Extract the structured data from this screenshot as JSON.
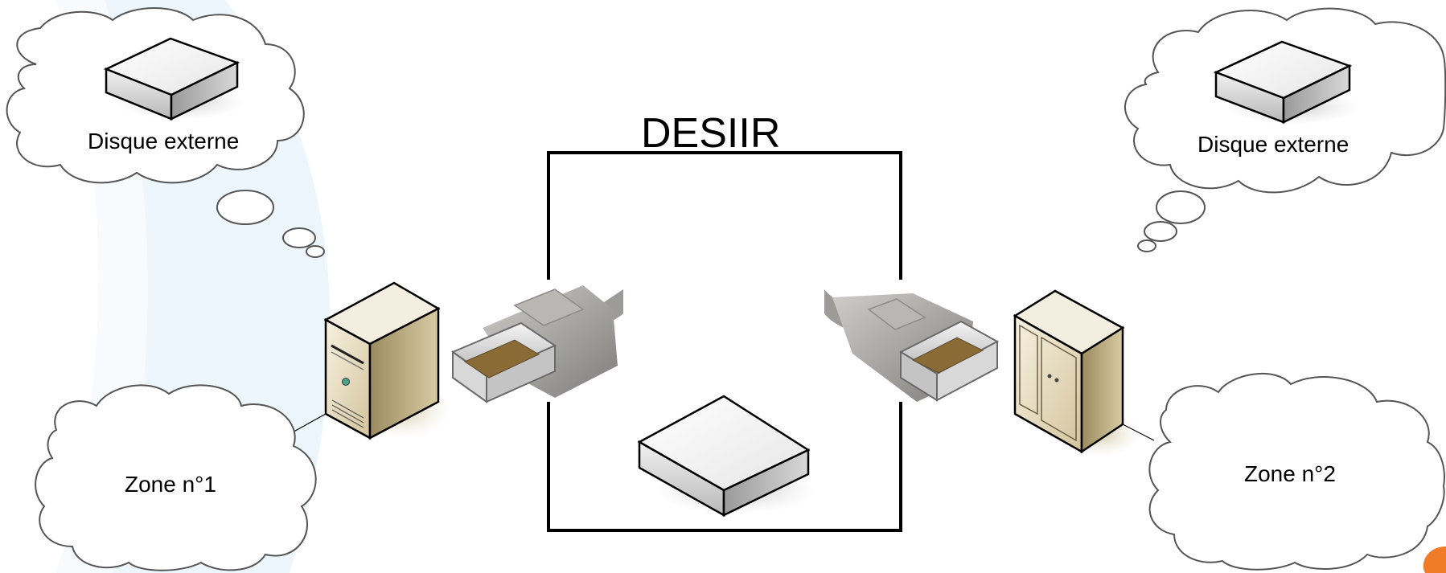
{
  "diagram": {
    "title": "DESIIR",
    "top_left_cloud_label": "Disque externe",
    "top_right_cloud_label": "Disque externe",
    "zone1_label": "Zone n°1",
    "zone2_label": "Zone n°2"
  },
  "icons": {
    "left_computer": "tower-pc-icon",
    "right_computer": "server-cabinet-icon",
    "left_usb": "usb-plug-icon",
    "right_usb": "usb-plug-icon",
    "disk": "external-disk-icon"
  },
  "colors": {
    "background_arc": "#eef6fd",
    "cloud_stroke": "#555555",
    "tower_beige": "#d9ccaa",
    "usb_gray": "#a8a6a3",
    "accent_orange": "#f07c2a"
  }
}
